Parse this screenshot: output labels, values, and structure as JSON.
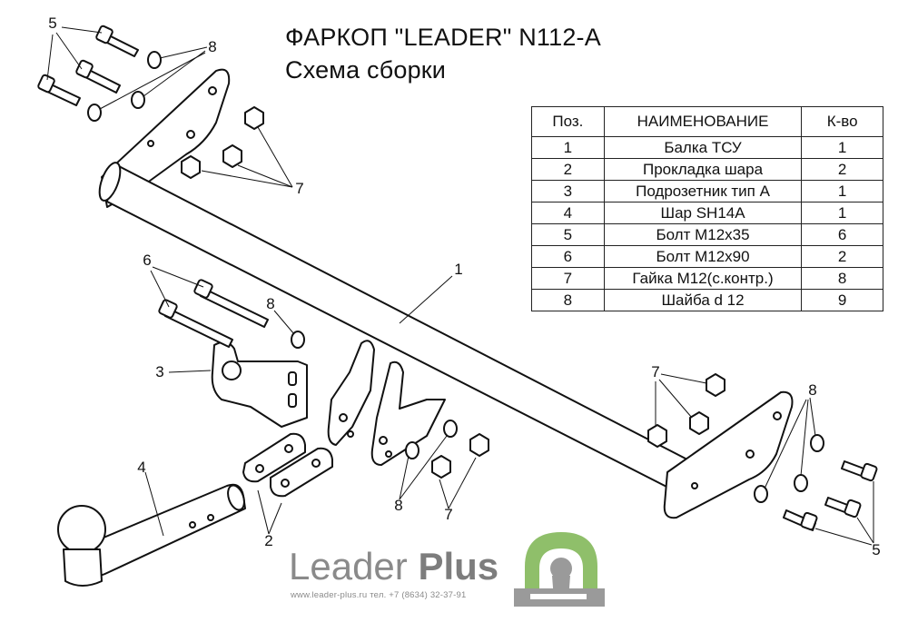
{
  "title": {
    "line1": "ФАРКОП \"LEADER\" N112-A",
    "line2": "Схема сборки"
  },
  "table": {
    "headers": [
      "Поз.",
      "НАИМЕНОВАНИЕ",
      "К-во"
    ],
    "rows": [
      [
        "1",
        "Балка ТСУ",
        "1"
      ],
      [
        "2",
        "Прокладка шара",
        "2"
      ],
      [
        "3",
        "Подрозетник тип А",
        "1"
      ],
      [
        "4",
        "Шар SH14A",
        "1"
      ],
      [
        "5",
        "Болт М12х35",
        "6"
      ],
      [
        "6",
        "Болт М12х90",
        "2"
      ],
      [
        "7",
        "Гайка М12(с.контр.)",
        "8"
      ],
      [
        "8",
        "Шайба d 12",
        "9"
      ]
    ]
  },
  "callouts": {
    "c1": "1",
    "c2": "2",
    "c3": "3",
    "c4": "4",
    "c5a": "5",
    "c5b": "5",
    "c6": "6",
    "c7a": "7",
    "c7b": "7",
    "c7c": "7",
    "c8a": "8",
    "c8b": "8",
    "c8c": "8",
    "c8d": "8"
  },
  "logo": {
    "brand_light": "Leader",
    "brand_bold": "Plus",
    "contact": "www.leader-plus.ru   тел. +7 (8634) 32-37-91",
    "green": "#8fbf6a",
    "gray": "#8a8a8a"
  }
}
